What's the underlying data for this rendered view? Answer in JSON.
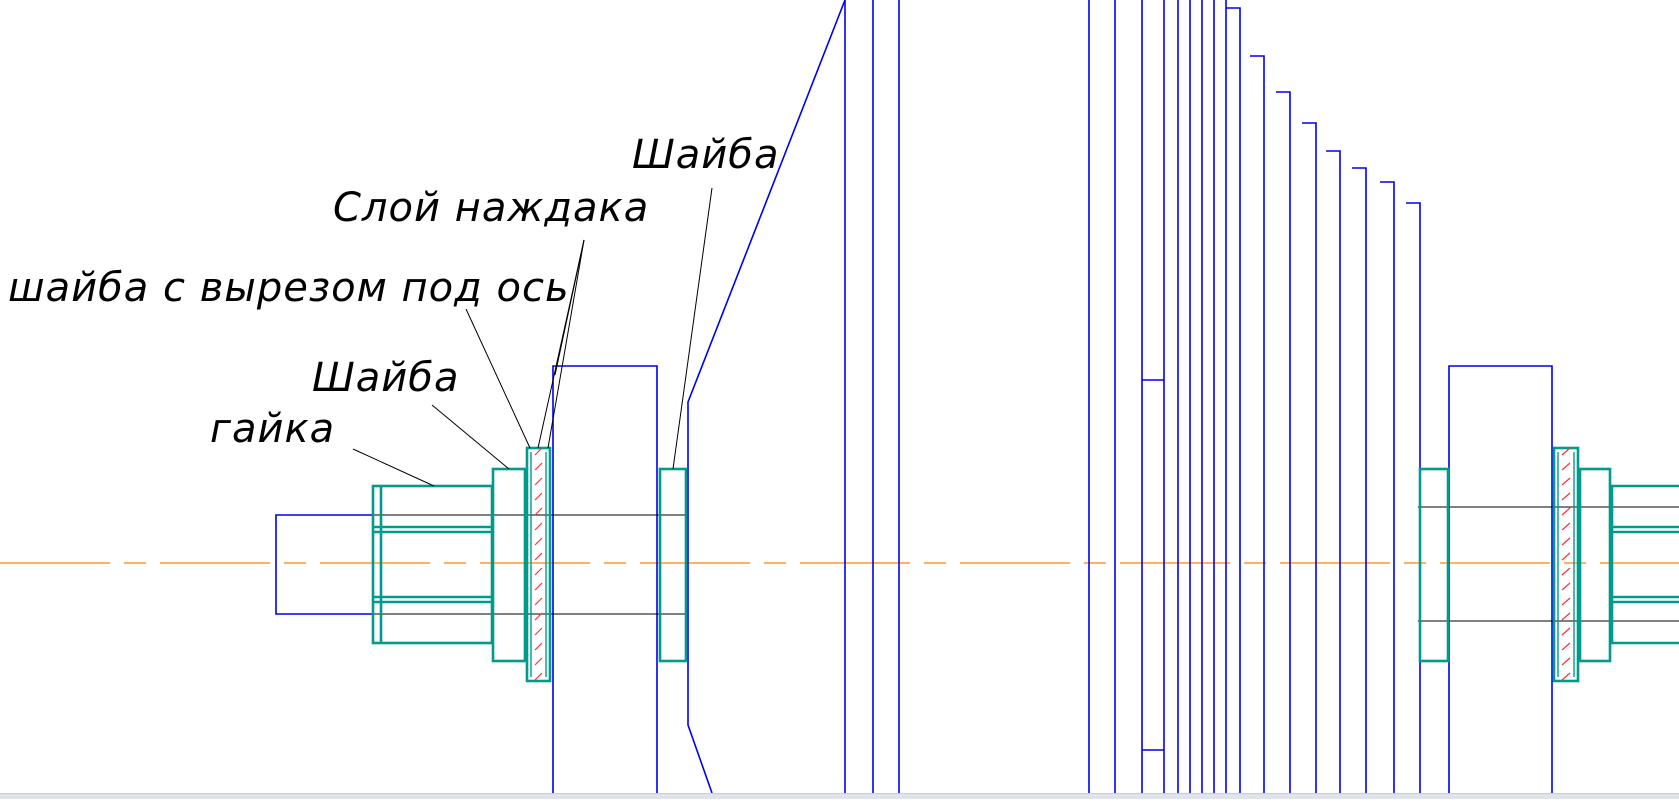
{
  "drawing": {
    "labels": {
      "washer_top": "Шайба",
      "emery_layer": "Слой наждака",
      "washer_cutout": "шайба с вырезом под ось",
      "washer_left": "Шайба",
      "nut": "гайка"
    },
    "colors": {
      "outline": "#0000ee",
      "part": "#009b8d",
      "axis": "#ff9933",
      "leader": "#000000",
      "hatch": "#ff3333"
    }
  }
}
